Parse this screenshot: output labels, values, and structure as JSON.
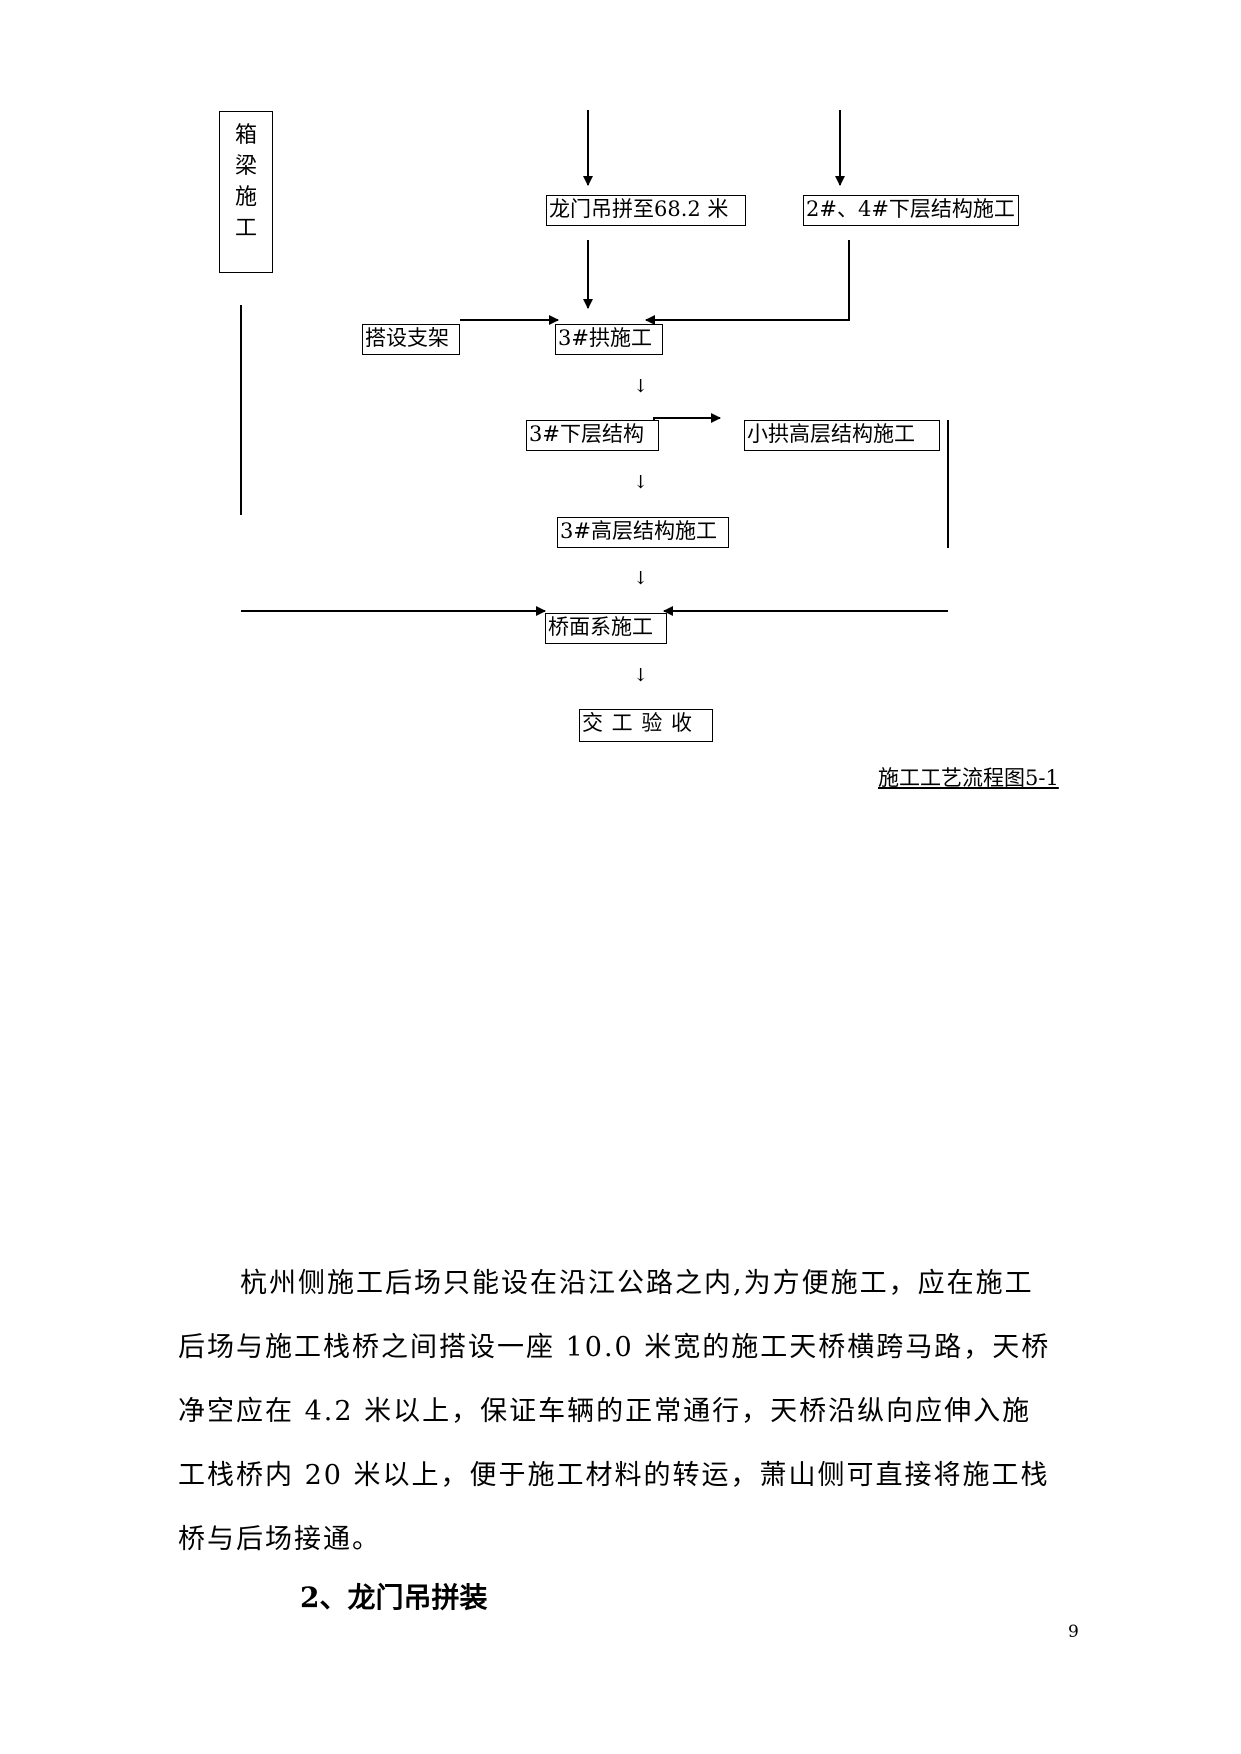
{
  "flowchart": {
    "box_beam": [
      "箱",
      "梁",
      "施",
      "工"
    ],
    "gantry_assembly": "龙门吊拼至68.2 米",
    "piers_2_4_lower": "2#、4#下层结构施工",
    "erect_support": "搭设支架",
    "arch_3": "3#拱施工",
    "lower_3": "3#下层结构",
    "small_arch_upper": "小拱高层结构施工",
    "upper_3": "3#高层结构施工",
    "deck_system": "桥面系施工",
    "acceptance": "交 工 验 收",
    "down_arrow": "↓"
  },
  "caption": "施工工艺流程图5-1",
  "body": {
    "lines": [
      "杭州侧施工后场只能设在沿江公路之内,为方便施工，应在施工",
      "后场与施工栈桥之间搭设一座 10.0 米宽的施工天桥横跨马路，天桥",
      "净空应在 4.2 米以上，保证车辆的正常通行，天桥沿纵向应伸入施",
      "工栈桥内 20 米以上，便于施工材料的转运，萧山侧可直接将施工栈",
      "桥与后场接通。"
    ]
  },
  "heading": "2、龙门吊拼装",
  "page_number": "9"
}
